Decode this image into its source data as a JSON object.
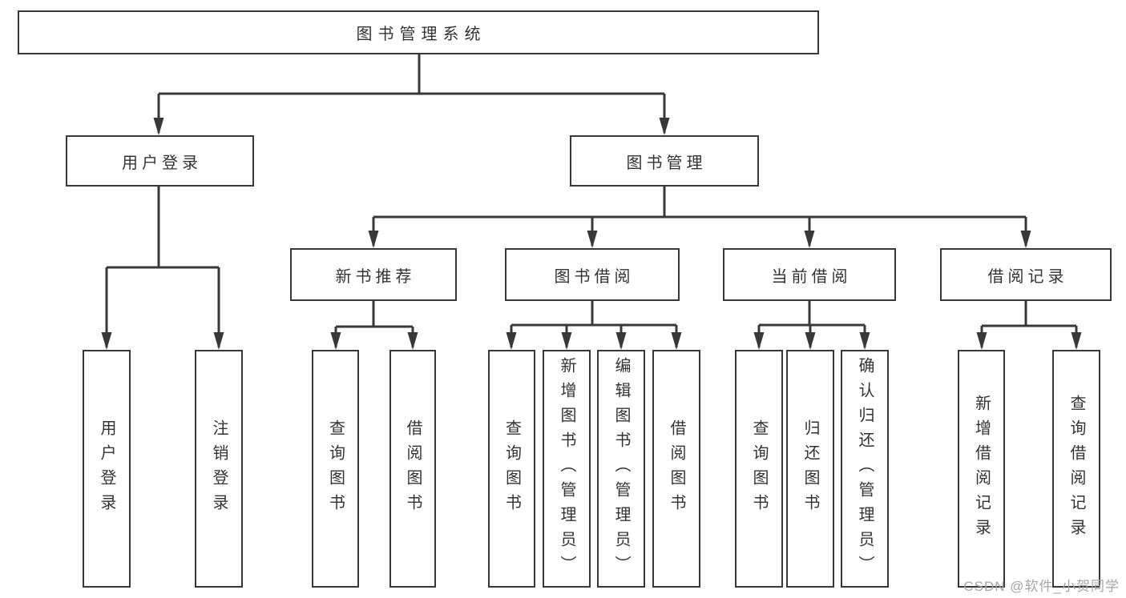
{
  "diagram": {
    "root": {
      "label": "图书管理系统"
    },
    "branches": [
      {
        "label": "用户登录",
        "children": [
          {
            "label": "用户登录"
          },
          {
            "label": "注销登录"
          }
        ]
      },
      {
        "label": "图书管理",
        "children": [
          {
            "label": "新书推荐",
            "children": [
              {
                "label": "查询图书"
              },
              {
                "label": "借阅图书"
              }
            ]
          },
          {
            "label": "图书借阅",
            "children": [
              {
                "label": "查询图书"
              },
              {
                "label": "新增图书（管理员）"
              },
              {
                "label": "编辑图书（管理员）"
              },
              {
                "label": "借阅图书"
              }
            ]
          },
          {
            "label": "当前借阅",
            "children": [
              {
                "label": "查询图书"
              },
              {
                "label": "归还图书"
              },
              {
                "label": "确认归还（管理员）"
              }
            ]
          },
          {
            "label": "借阅记录",
            "children": [
              {
                "label": "新增借阅记录"
              },
              {
                "label": "查询借阅记录"
              }
            ]
          }
        ]
      }
    ]
  },
  "watermark": {
    "text": "CSDN @软件_小贺同学"
  },
  "colors": {
    "line": "#383838",
    "text": "#333333",
    "watermark": "#a6a6a6",
    "background": "#ffffff"
  }
}
